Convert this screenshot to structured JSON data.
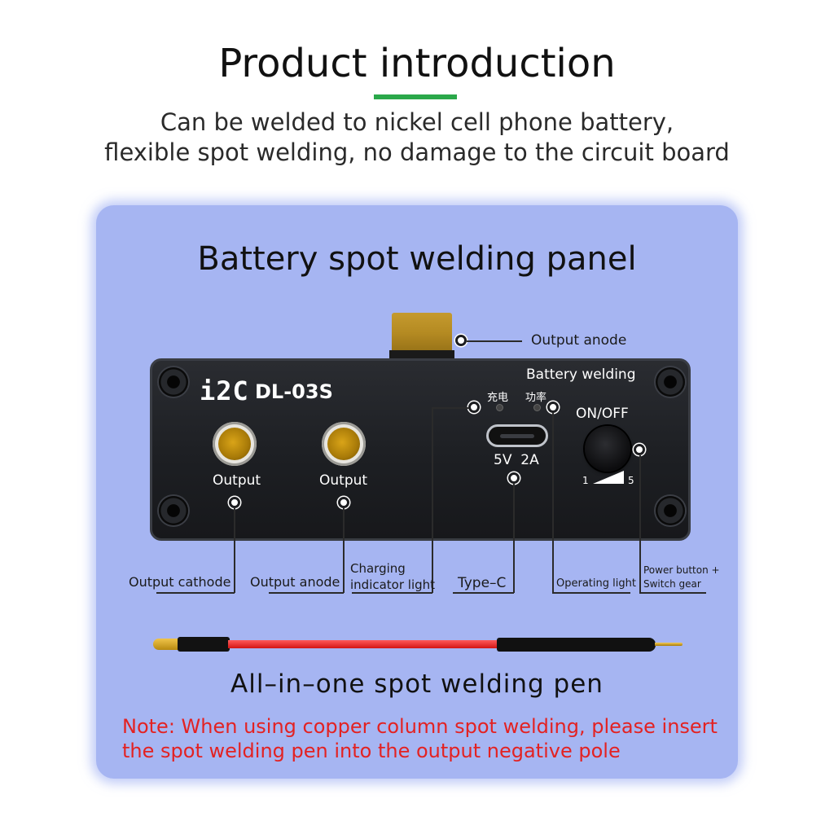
{
  "header": {
    "title": "Product introduction",
    "subtitle_line1": "Can be welded to nickel cell phone battery,",
    "subtitle_line2": "flexible spot welding, no damage to the circuit board",
    "accent_color": "#2aa84a"
  },
  "panel": {
    "heading": "Battery spot welding panel",
    "background_color": "#a6b5f2",
    "output_anode_top_label": "Output  anode",
    "device": {
      "brand_logo": "i2C",
      "model": "DL-03S",
      "function_label": "Battery welding",
      "output_left_label": "Output",
      "output_right_label": "Output",
      "indicator_charging_cn": "充电",
      "indicator_power_cn": "功率",
      "port_rating": "5V  2A",
      "power_switch_label": "ON/OFF",
      "gear_min": "1",
      "gear_max": "5"
    },
    "callouts": {
      "output_cathode": "Output cathode",
      "output_anode": "Output anode",
      "charging_indicator_line1": "Charging",
      "charging_indicator_line2": "indicator light",
      "type_c": "Type–C",
      "operating_light": "Operating light",
      "power_button_line1": "Power button +",
      "power_button_line2": "Switch gear"
    },
    "pen_heading": "All–in–one spot welding pen",
    "note_line1": "Note: When using copper column spot welding, please insert",
    "note_line2": "the spot welding pen into the output negative pole",
    "note_color": "#e32222"
  }
}
